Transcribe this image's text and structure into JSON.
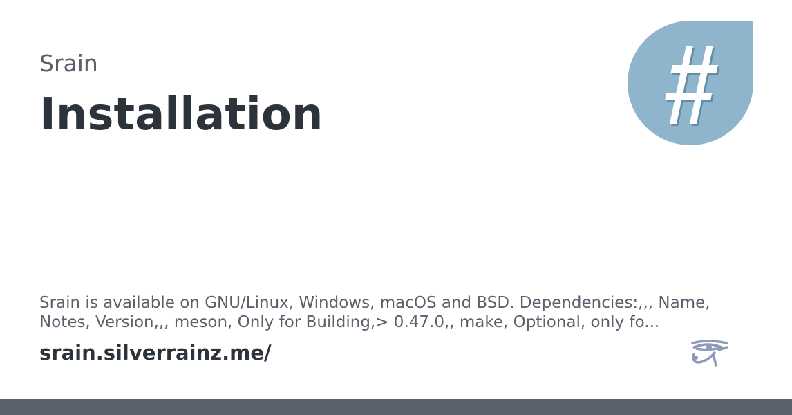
{
  "header": {
    "site_name": "Srain",
    "title": "Installation"
  },
  "logo": {
    "icon": "hash-icon",
    "background_color": "#8eb5cc",
    "glyph_color": "#ffffff"
  },
  "description": "Srain is available on GNU/Linux, Windows, macOS and BSD. Dependencies:,,, Name, Notes, Version,,, meson, Only for Building,> 0.47.0,, make, Optional, only fo...",
  "footer": {
    "url": "srain.silverrainz.me/",
    "icon": "eye-of-horus-icon",
    "icon_color": "#8e9ab8",
    "bar_color": "#5b616b"
  }
}
